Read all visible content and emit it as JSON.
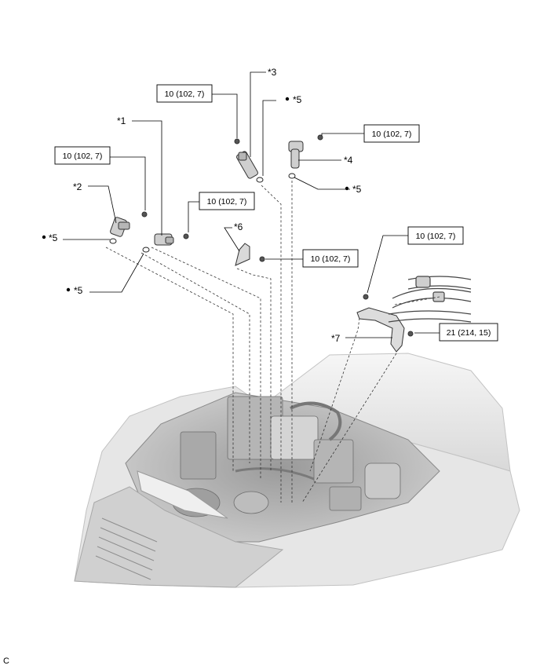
{
  "torque_specs": [
    {
      "id": "t1",
      "text": "10 (102, 7)"
    },
    {
      "id": "t2",
      "text": "10 (102, 7)"
    },
    {
      "id": "t3",
      "text": "10 (102, 7)"
    },
    {
      "id": "t4",
      "text": "10 (102, 7)"
    },
    {
      "id": "t5",
      "text": "10 (102, 7)"
    },
    {
      "id": "t6",
      "text": "10 (102, 7)"
    },
    {
      "id": "t7",
      "text": "21 (214, 15)"
    }
  ],
  "callouts": [
    {
      "id": "c1",
      "text": "*1"
    },
    {
      "id": "c2",
      "text": "*2"
    },
    {
      "id": "c3",
      "text": "*3"
    },
    {
      "id": "c4",
      "text": "*4"
    },
    {
      "id": "c5a",
      "text": "*5"
    },
    {
      "id": "c5b",
      "text": "*5"
    },
    {
      "id": "c5c",
      "text": "*5"
    },
    {
      "id": "c5d",
      "text": "*5"
    },
    {
      "id": "c6",
      "text": "*6"
    },
    {
      "id": "c7",
      "text": "*7"
    }
  ],
  "footer_code": "C"
}
